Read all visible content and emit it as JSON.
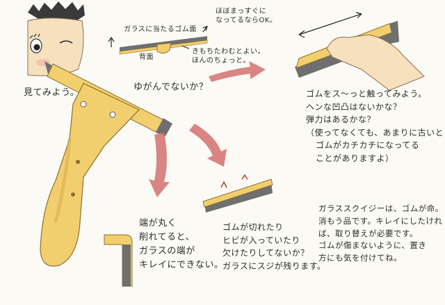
{
  "labels": {
    "look": "見てみよう。",
    "warped": "ゆがんでないか？",
    "rubber_face": "ガラスに当たるゴム面",
    "back": "背面",
    "straight_ok": [
      "ほぼまっすぐに",
      "なってるならOK。"
    ],
    "slight_bend": [
      "きもちたわむとよい。",
      "ほんのちょっと。"
    ]
  },
  "touch_section": {
    "lines": [
      "ゴムをス〜っと触ってみよう。",
      "ヘンな凹凸はないかな？",
      "弾力はあるかな？",
      "（使ってなくても、あまりに古いと",
      "ゴムがカチカチになってる",
      "ことがありますよ）"
    ]
  },
  "edge_section": {
    "lines": [
      "端が丸く",
      "削れてると、",
      "ガラスの端が",
      "キレイにできない。"
    ]
  },
  "damage_section": {
    "lines": [
      "ゴムが切れたり",
      "ヒビが入っていたり",
      "欠けたりしてないか？",
      "ガラスにスジが残ります。"
    ]
  },
  "summary_section": {
    "lines": [
      "ガラススクイジーは、ゴムが命。",
      "消もう品です。キレイにしたけれ",
      "ば、取り替えが必要です。",
      "ゴムが傷まないように、置き",
      "方にも気を付けてね。"
    ]
  },
  "colors": {
    "wood": "#f2cf6e",
    "wood_shade": "#e0b24f",
    "rubber": "#6f6f6f",
    "arrow": "#d2706f",
    "skin": "#f6e0bd",
    "hair": "#3a3a3a"
  }
}
